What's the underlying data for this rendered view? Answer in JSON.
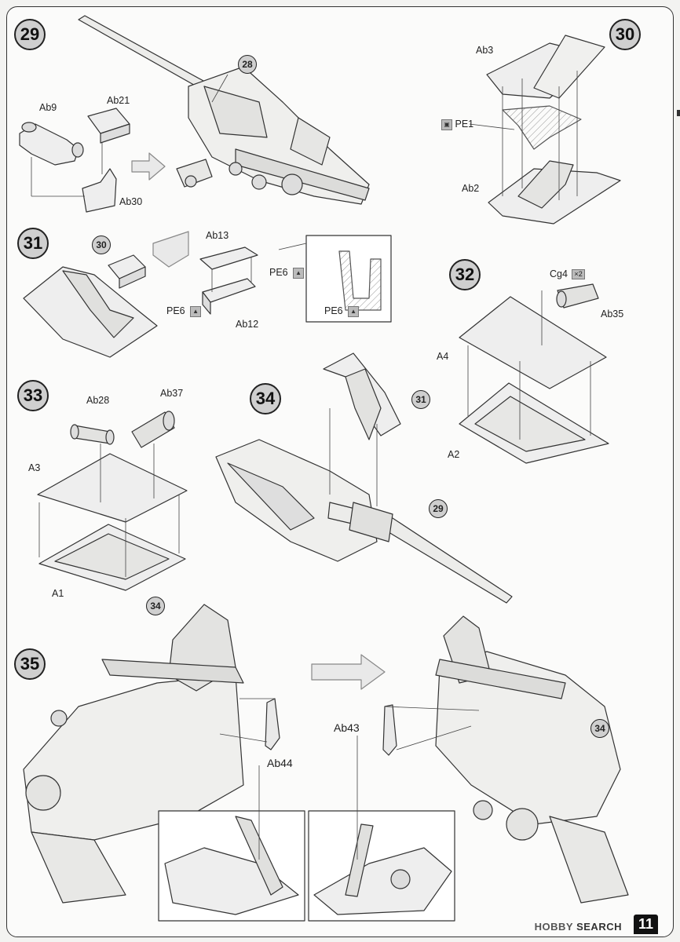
{
  "page": {
    "number": "11"
  },
  "watermark": {
    "brand": "HOBBY",
    "search": "SEARCH"
  },
  "steps": {
    "s29": "29",
    "s30": "30",
    "s31": "31",
    "s32": "32",
    "s33": "33",
    "s34": "34",
    "s35": "35"
  },
  "refs": {
    "r28": "28",
    "r30": "30",
    "r31": "31",
    "r29": "29",
    "r34a": "34",
    "r34b": "34"
  },
  "parts": {
    "ab9": "Ab9",
    "ab21": "Ab21",
    "ab30": "Ab30",
    "ab3": "Ab3",
    "pe1": "PE1",
    "ab2": "Ab2",
    "ab13": "Ab13",
    "pe6a": "PE6",
    "pe6b": "PE6",
    "pe6c": "PE6",
    "ab12": "Ab12",
    "cg4": "Cg4",
    "cg4_qty": "2",
    "ab35": "Ab35",
    "a4": "A4",
    "a2": "A2",
    "ab28": "Ab28",
    "ab37": "Ab37",
    "a3": "A3",
    "a1": "A1",
    "ab43": "Ab43",
    "ab44": "Ab44"
  },
  "icons": [
    "photo-etch-icon",
    "direction-arrow-icon",
    "quantity-badge"
  ]
}
